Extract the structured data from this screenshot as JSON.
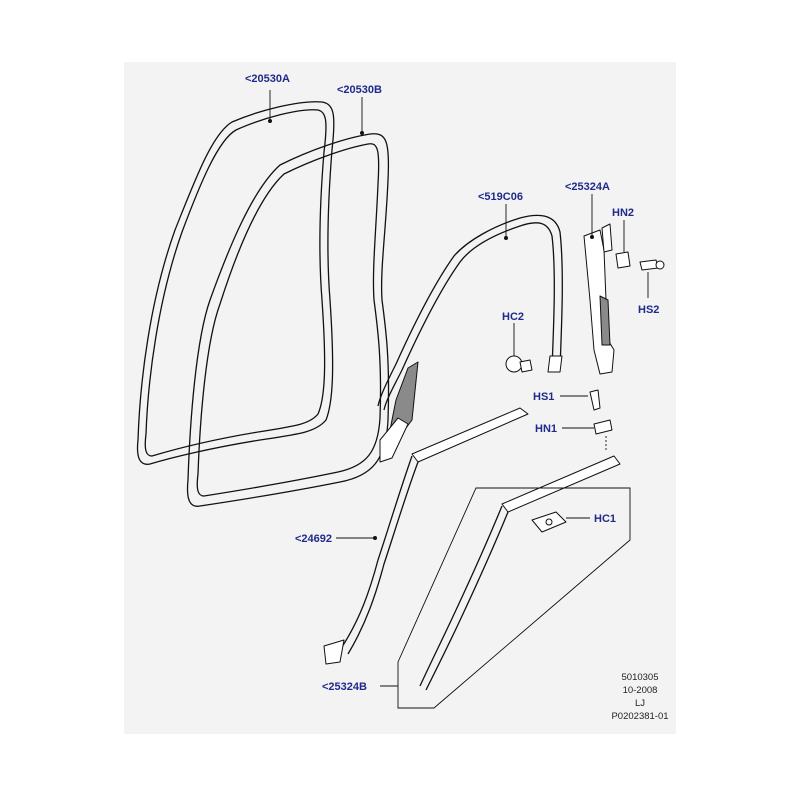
{
  "callouts": {
    "seal_front": "<20530A",
    "seal_rear": "<20530B",
    "channel": "<519C06",
    "pillar_trim": "<25324A",
    "hn2": "HN2",
    "hs2": "HS2",
    "hc2": "HC2",
    "hs1": "HS1",
    "hn1": "HN1",
    "hc1": "HC1",
    "belt_moulding": "<24692",
    "outer_moulding": "<25324B"
  },
  "meta": {
    "ref": "5010305",
    "date": "10-2008",
    "initials": "LJ",
    "code": "P0202381-01"
  },
  "colors": {
    "callout": "#1f2a8a",
    "background_panel": "#f3f3f3",
    "line": "#111111"
  }
}
